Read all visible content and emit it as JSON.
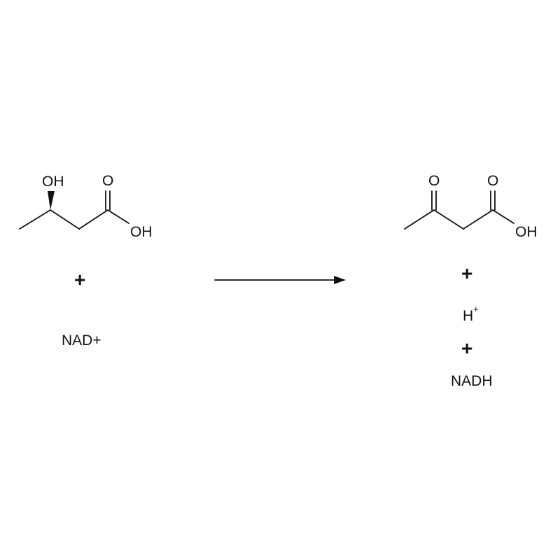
{
  "reaction": {
    "reactants": {
      "molecule": {
        "hydroxyl_label": "OH",
        "carbonyl_oxygen_label": "O",
        "acid_hydroxyl_label": "OH"
      },
      "plus": "+",
      "cofactor_label": "NAD+"
    },
    "arrow": {
      "direction": "right"
    },
    "products": {
      "molecule": {
        "ketone_oxygen_label": "O",
        "carbonyl_oxygen_label": "O",
        "acid_hydroxyl_label": "OH"
      },
      "plus_1": "+",
      "proton": {
        "symbol": "H",
        "charge": "+"
      },
      "plus_2": "+",
      "cofactor_label": "NADH"
    }
  }
}
